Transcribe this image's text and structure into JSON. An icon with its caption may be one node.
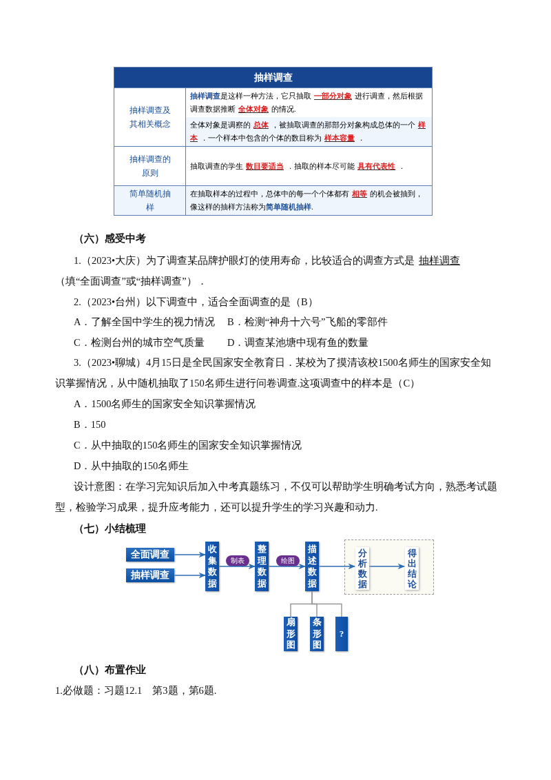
{
  "diagram": {
    "nodes": [
      {
        "text": [
          "全面调查"
        ]
      },
      {
        "text": [
          "抽样调查"
        ]
      },
      {
        "text": [
          "收集数据"
        ]
      },
      {
        "text": [
          "整理数据"
        ]
      },
      {
        "text": [
          "描述数据"
        ]
      },
      {
        "text": [],
        "shape": "box"
      },
      {
        "text": [
          "分析数据"
        ],
        "in": 5
      },
      {
        "text": [
          "得出结论"
        ],
        "in": 5
      },
      {
        "text": [
          "扇形图"
        ]
      },
      {
        "text": [
          "条形图"
        ]
      },
      {
        "text": [
          "?"
        ]
      }
    ],
    "edges": [
      {
        "from": 0,
        "to": 2,
        "arrow": "to"
      },
      {
        "from": 1,
        "to": 2,
        "arrow": "to"
      },
      {
        "from": 2,
        "to": 3,
        "arrow": "to",
        "label": "制表"
      },
      {
        "from": 3,
        "to": 4,
        "arrow": "to",
        "label": "绘图"
      },
      {
        "from": 4,
        "to": 6,
        "arrow": "to"
      },
      {
        "from": 6,
        "to": 7,
        "arrow": "to"
      },
      {
        "from": 4,
        "to": 8,
        "arrow": "none",
        "color": "#999999"
      },
      {
        "from": 4,
        "to": 9,
        "arrow": "none",
        "color": "#999999"
      },
      {
        "from": 4,
        "to": 10,
        "arrow": "none",
        "color": "#999999"
      }
    ],
    "labels": [
      "抽样调查",
      "抽样调查及其相关概念",
      "**抽样调查**是这样一种方法，它只抽取**一部分对象**进行调查，然后根据调查数据推断**全体对象**的情况.",
      "全体对象是调察的**总体**，被抽取调查的那部分对象构成总体的一个**样本**．一个样本中包含的个体的数目称为**样本容量**．",
      "抽样调查的原则",
      "抽取调查的学生**数目要适当**．抽取的样本尽可能**具有代表性**．",
      "简单随机抽样",
      "在抽取样本的过程中，总体中的每一个个体都有**相等**的机会被抽到，像这样的抽样方法称为**简单随机抽样**.",
      "（六）感受中考",
      "1.（2023•大庆）为了调查某品牌护眼灯的使用寿命，比较适合的调查方式是**抽样调查**（填“全面调查”或“抽样调查”）．",
      "2.（2023•台州）以下调查中，适合全面调查的是（B）",
      "A．了解全国中学生的视力情况",
      "B．检测“神舟十六号”飞船的零部件",
      "C．检测台州的城市空气质量",
      "D．调查某池塘中现有鱼的数量",
      "3.（2023•聊城）4月15日是全民国家安全教育日．某校为了摸清该校1500名师生的国家安全知识掌握情况，从中随机抽取了150名师生进行问卷调查.这项调查中的样本是（C）",
      "A．1500名师生的国家安全知识掌握情况",
      "B．150",
      "C．从中抽取的150名师生的国家安全知识掌握情况",
      "D．从中抽取的150名师生",
      "设计意图：在学习完知识后加入中考真题练习，不仅可以帮助学生明确考试方向，熟悉考试题型，检验学习成果，提升应考能力，还可以提升学生的学习兴趣和动力.",
      "（七）小结梳理",
      "（八）布置作业",
      "1.必做题：习题12.1　第3题，第6题."
    ]
  }
}
